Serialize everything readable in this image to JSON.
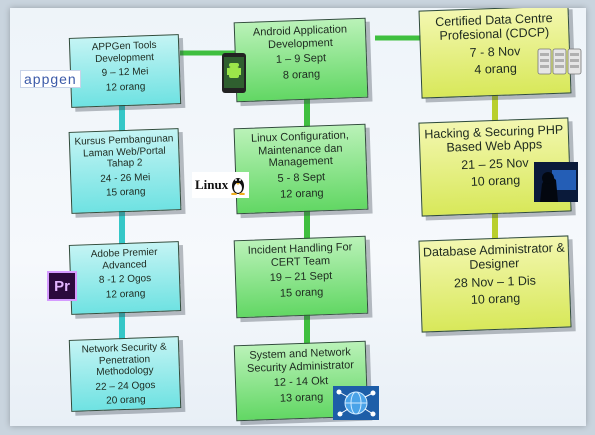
{
  "courses": [
    {
      "title": "APPGen Tools Development",
      "dates": "9 – 12 Mei",
      "participants": "12 orang",
      "logo": "appgen-logo"
    },
    {
      "title": "Kursus Pembangunan Laman Web/Portal Tahap 2",
      "dates": "24 - 26 Mei",
      "participants": "15 orang"
    },
    {
      "title": "Adobe Premier Advanced",
      "dates": "8 -1 2 Ogos",
      "participants": "12 orang",
      "logo": "adobe-premiere-icon"
    },
    {
      "title": "Network Security & Penetration Methodology",
      "dates": "22 – 24 Ogos",
      "participants": "20 orang"
    },
    {
      "title": "Android Application Development",
      "dates": "1 – 9 Sept",
      "participants": "8 orang",
      "logo": "android-phone-icon"
    },
    {
      "title": "Linux Configuration, Maintenance dan Management",
      "dates": "5 - 8 Sept",
      "participants": "12 orang",
      "logo": "linux-logo"
    },
    {
      "title": "Incident Handling For CERT Team",
      "dates": "19 – 21 Sept",
      "participants": "15 orang"
    },
    {
      "title": "System and Network Security Administrator",
      "dates": "12 - 14 Okt",
      "participants": "13 orang",
      "logo": "network-globe-icon"
    },
    {
      "title": "Certified Data Centre Profesional (CDCP)",
      "dates": "7 - 8 Nov",
      "participants": "4 orang",
      "logo": "database-servers-icon"
    },
    {
      "title": "Hacking & Securing PHP Based Web Apps",
      "dates": "21 – 25 Nov",
      "participants": "10 orang",
      "logo": "hacker-icon"
    },
    {
      "title": "Database Administrator & Designer",
      "dates": "28 Nov – 1 Dis",
      "participants": "10 orang"
    }
  ],
  "logos": {
    "appgen_text": "appgen",
    "linux_text": "Linux",
    "premiere_text": "Pr"
  },
  "colors": {
    "col1": "#6fe2e2",
    "col2": "#62d764",
    "col3": "#d8e85a",
    "connector1": "#35c7c7",
    "connector2": "#3fbf3f",
    "connector3": "#b9cf2d"
  }
}
